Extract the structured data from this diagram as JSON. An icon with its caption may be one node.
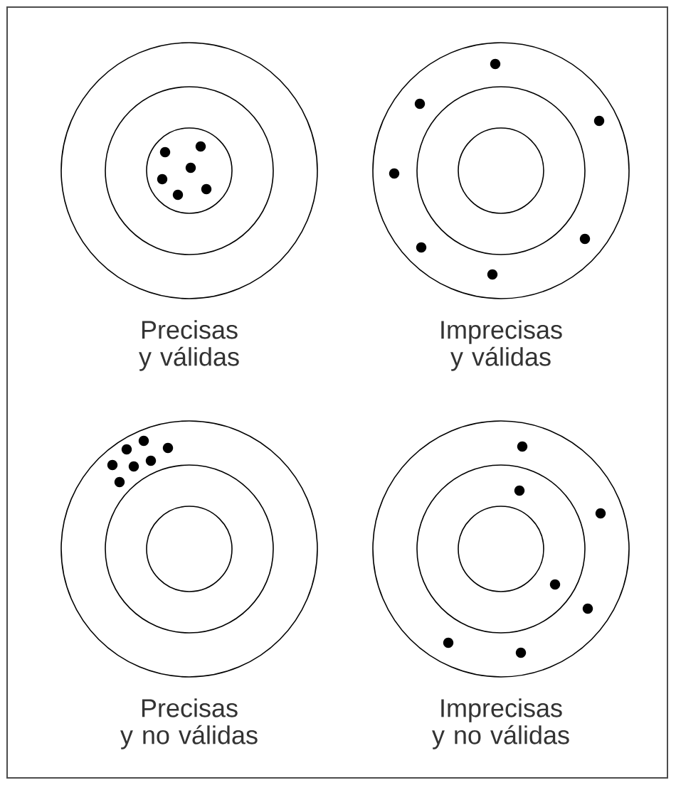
{
  "diagram": {
    "nodes": [
      {
        "text": [],
        "shape": "circle",
        "beside": [
          "Precisas y válidas"
        ]
      },
      {
        "text": [],
        "shape": "circle",
        "beside": [
          "Imprecisas y válidas"
        ]
      },
      {
        "text": [],
        "shape": "circle",
        "beside": [
          "Precisas y no válidas"
        ]
      },
      {
        "text": [],
        "shape": "circle",
        "beside": [
          "Imprecisas y no válidas"
        ]
      }
    ]
  }
}
